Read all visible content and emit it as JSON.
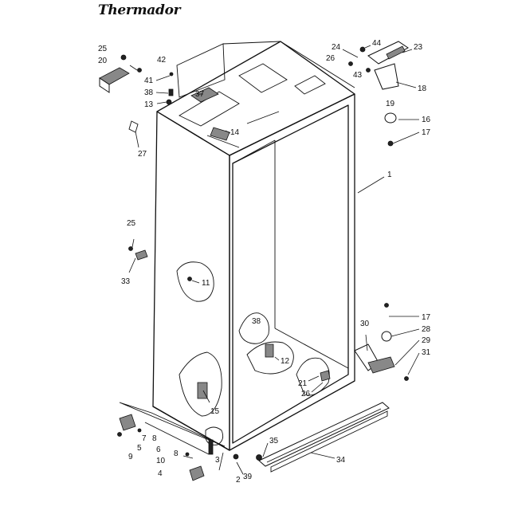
{
  "brand": {
    "name": "Thermador"
  },
  "callouts": [
    {
      "id": "c25a",
      "label": "25"
    },
    {
      "id": "c20",
      "label": "20"
    },
    {
      "id": "c42",
      "label": "42"
    },
    {
      "id": "c41",
      "label": "41"
    },
    {
      "id": "c38a",
      "label": "38"
    },
    {
      "id": "c37",
      "label": "37"
    },
    {
      "id": "c13",
      "label": "13"
    },
    {
      "id": "c14",
      "label": "14"
    },
    {
      "id": "c27",
      "label": "27"
    },
    {
      "id": "c24",
      "label": "24"
    },
    {
      "id": "c44",
      "label": "44"
    },
    {
      "id": "c26a",
      "label": "26"
    },
    {
      "id": "c43",
      "label": "43"
    },
    {
      "id": "c23",
      "label": "23"
    },
    {
      "id": "c18",
      "label": "18"
    },
    {
      "id": "c19",
      "label": "19"
    },
    {
      "id": "c16",
      "label": "16"
    },
    {
      "id": "c17a",
      "label": "17"
    },
    {
      "id": "c1",
      "label": "1"
    },
    {
      "id": "c25b",
      "label": "25"
    },
    {
      "id": "c33",
      "label": "33"
    },
    {
      "id": "c11",
      "label": "11"
    },
    {
      "id": "c38b",
      "label": "38"
    },
    {
      "id": "c12",
      "label": "12"
    },
    {
      "id": "c30",
      "label": "30"
    },
    {
      "id": "c17b",
      "label": "17"
    },
    {
      "id": "c28",
      "label": "28"
    },
    {
      "id": "c29",
      "label": "29"
    },
    {
      "id": "c31",
      "label": "31"
    },
    {
      "id": "c21",
      "label": "21"
    },
    {
      "id": "c26b",
      "label": "26"
    },
    {
      "id": "c15",
      "label": "15"
    },
    {
      "id": "c35",
      "label": "35"
    },
    {
      "id": "c34",
      "label": "34"
    },
    {
      "id": "c7",
      "label": "7"
    },
    {
      "id": "c8a",
      "label": "8"
    },
    {
      "id": "c6",
      "label": "6"
    },
    {
      "id": "c9",
      "label": "9"
    },
    {
      "id": "c5",
      "label": "5"
    },
    {
      "id": "c8b",
      "label": "8"
    },
    {
      "id": "c10",
      "label": "10"
    },
    {
      "id": "c3",
      "label": "3"
    },
    {
      "id": "c4",
      "label": "4"
    },
    {
      "id": "c2",
      "label": "2"
    },
    {
      "id": "c39",
      "label": "39"
    }
  ]
}
